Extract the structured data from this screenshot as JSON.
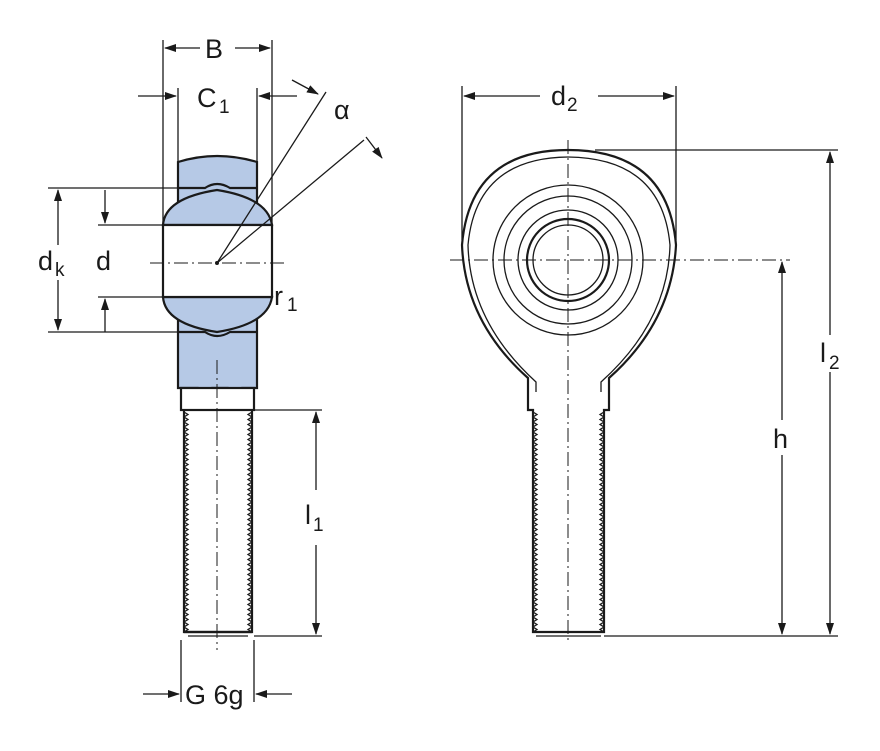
{
  "labels": {
    "B": "B",
    "C": "C",
    "C_sub": "1",
    "alpha": "α",
    "dk": "d",
    "dk_sub": "k",
    "d": "d",
    "r": "r",
    "r_sub": "1",
    "l1": "l",
    "l1_sub": "1",
    "thread": "G 6g",
    "d2": "d",
    "d2_sub": "2",
    "h": "h",
    "l2": "l",
    "l2_sub": "2"
  },
  "colors": {
    "section_fill": "#b6c9e6",
    "line": "#1a1a1a"
  }
}
